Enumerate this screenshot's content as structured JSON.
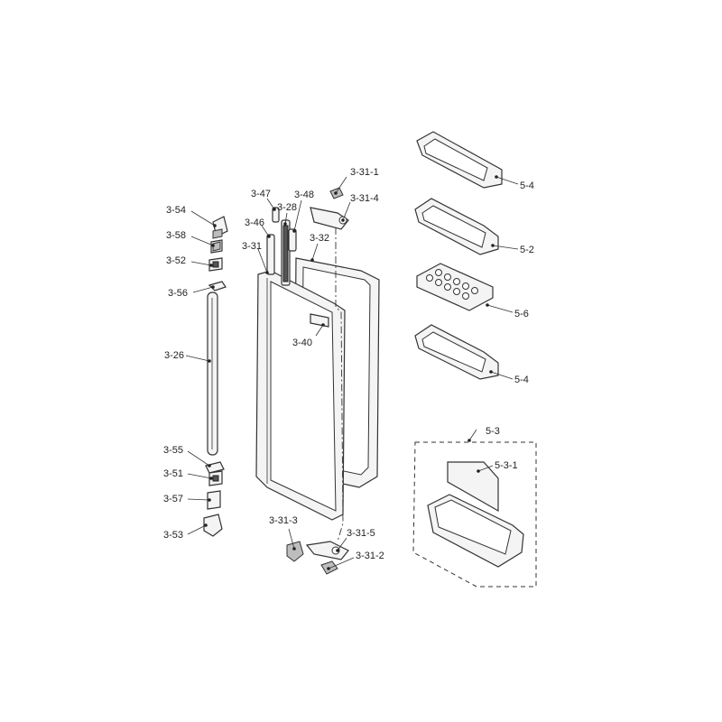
{
  "labels": {
    "l_3_31_1": "3-31-1",
    "l_3_47": "3-47",
    "l_3_48": "3-48",
    "l_3_31_4": "3-31-4",
    "l_3_28": "3-28",
    "l_3_46": "3-46",
    "l_3_54": "3-54",
    "l_3_58": "3-58",
    "l_3_31": "3-31",
    "l_3_32": "3-32",
    "l_3_52": "3-52",
    "l_3_56": "3-56",
    "l_3_40": "3-40",
    "l_3_26": "3-26",
    "l_3_55": "3-55",
    "l_3_51": "3-51",
    "l_3_57": "3-57",
    "l_3_53": "3-53",
    "l_3_31_3": "3-31-3",
    "l_3_31_5": "3-31-5",
    "l_3_31_2": "3-31-2",
    "l_5_4_top": "5-4",
    "l_5_2": "5-2",
    "l_5_6": "5-6",
    "l_5_4_bottom": "5-4",
    "l_5_3": "5-3",
    "l_5_3_1": "5-3-1"
  }
}
